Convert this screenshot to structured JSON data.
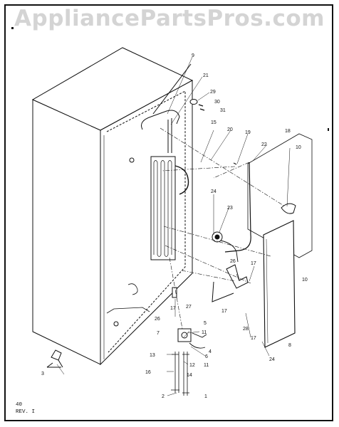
{
  "watermark": "AppliancePartsPros.com",
  "footer": {
    "page": "40",
    "revision": "REV. I"
  },
  "callouts": [
    {
      "id": "c9",
      "text": "9"
    },
    {
      "id": "c21",
      "text": "21"
    },
    {
      "id": "c29",
      "text": "29"
    },
    {
      "id": "c30",
      "text": "30"
    },
    {
      "id": "c31",
      "text": "31"
    },
    {
      "id": "c15",
      "text": "15"
    },
    {
      "id": "c20",
      "text": "20"
    },
    {
      "id": "c19",
      "text": "19"
    },
    {
      "id": "c18",
      "text": "18"
    },
    {
      "id": "c10a",
      "text": "10"
    },
    {
      "id": "c22",
      "text": "22"
    },
    {
      "id": "c24a",
      "text": "24"
    },
    {
      "id": "c23",
      "text": "23"
    },
    {
      "id": "c10b",
      "text": "10"
    },
    {
      "id": "c26a",
      "text": "26"
    },
    {
      "id": "c17a",
      "text": "17"
    },
    {
      "id": "c17b",
      "text": "17"
    },
    {
      "id": "c27",
      "text": "27"
    },
    {
      "id": "c17c",
      "text": "17"
    },
    {
      "id": "c26b",
      "text": "26"
    },
    {
      "id": "c5",
      "text": "5"
    },
    {
      "id": "c28",
      "text": "28"
    },
    {
      "id": "c17d",
      "text": "17"
    },
    {
      "id": "c24b",
      "text": "24"
    },
    {
      "id": "c8",
      "text": "8"
    },
    {
      "id": "c7",
      "text": "7"
    },
    {
      "id": "c11a",
      "text": "11"
    },
    {
      "id": "c4",
      "text": "4"
    },
    {
      "id": "c6",
      "text": "6"
    },
    {
      "id": "c11b",
      "text": "11"
    },
    {
      "id": "c13",
      "text": "13"
    },
    {
      "id": "c12",
      "text": "12"
    },
    {
      "id": "c16",
      "text": "16"
    },
    {
      "id": "c14",
      "text": "14"
    },
    {
      "id": "c3",
      "text": "3"
    },
    {
      "id": "c2",
      "text": "2"
    },
    {
      "id": "c1",
      "text": "1"
    }
  ]
}
